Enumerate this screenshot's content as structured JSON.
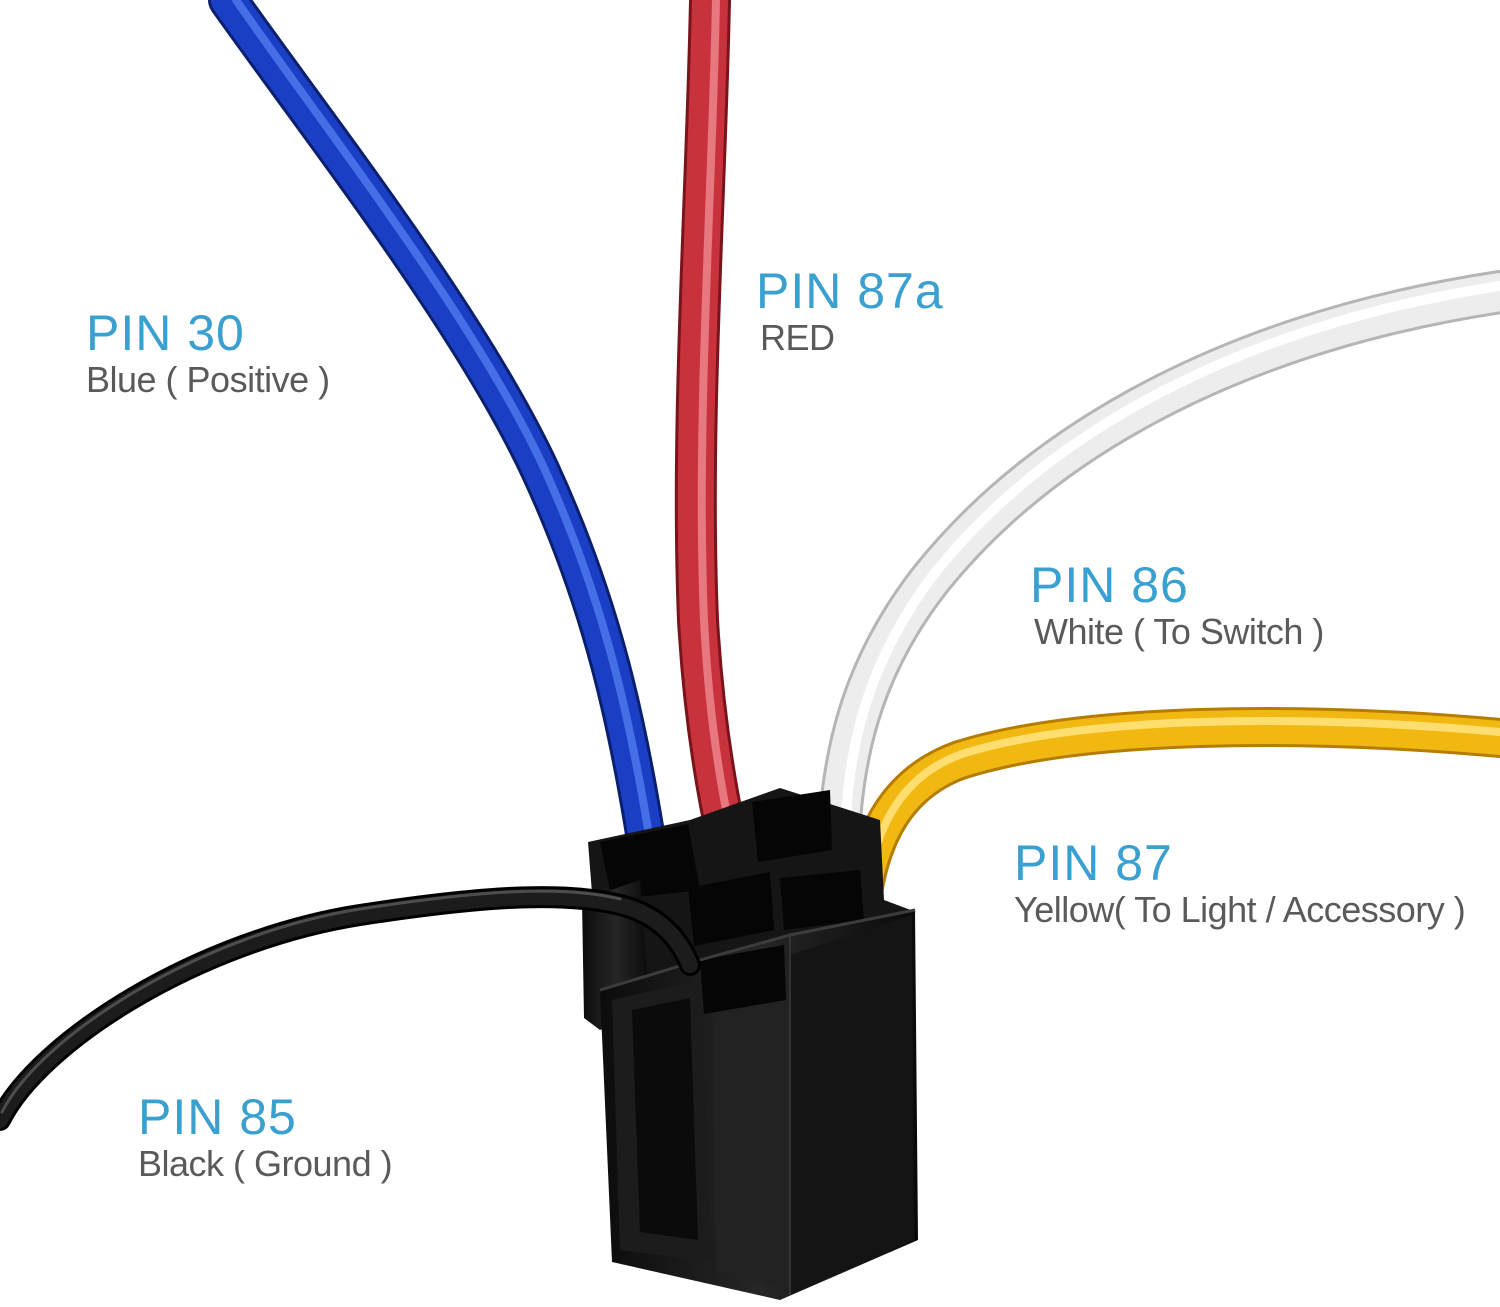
{
  "pins": {
    "pin30": {
      "label": "PIN 30",
      "desc": "Blue ( Positive )",
      "color": "#1b3fc4"
    },
    "pin87a": {
      "label": "PIN 87a",
      "desc": "RED",
      "color": "#c8323c"
    },
    "pin86": {
      "label": "PIN 86",
      "desc": "White ( To Switch )",
      "color": "#eeeeee"
    },
    "pin87": {
      "label": "PIN 87",
      "desc": "Yellow( To Light / Accessory )",
      "color": "#f2b812"
    },
    "pin85": {
      "label": "PIN 85",
      "desc": "Black ( Ground )",
      "color": "#141414"
    }
  },
  "label_color": "#3aa0d0",
  "desc_color": "#5a5a5a"
}
